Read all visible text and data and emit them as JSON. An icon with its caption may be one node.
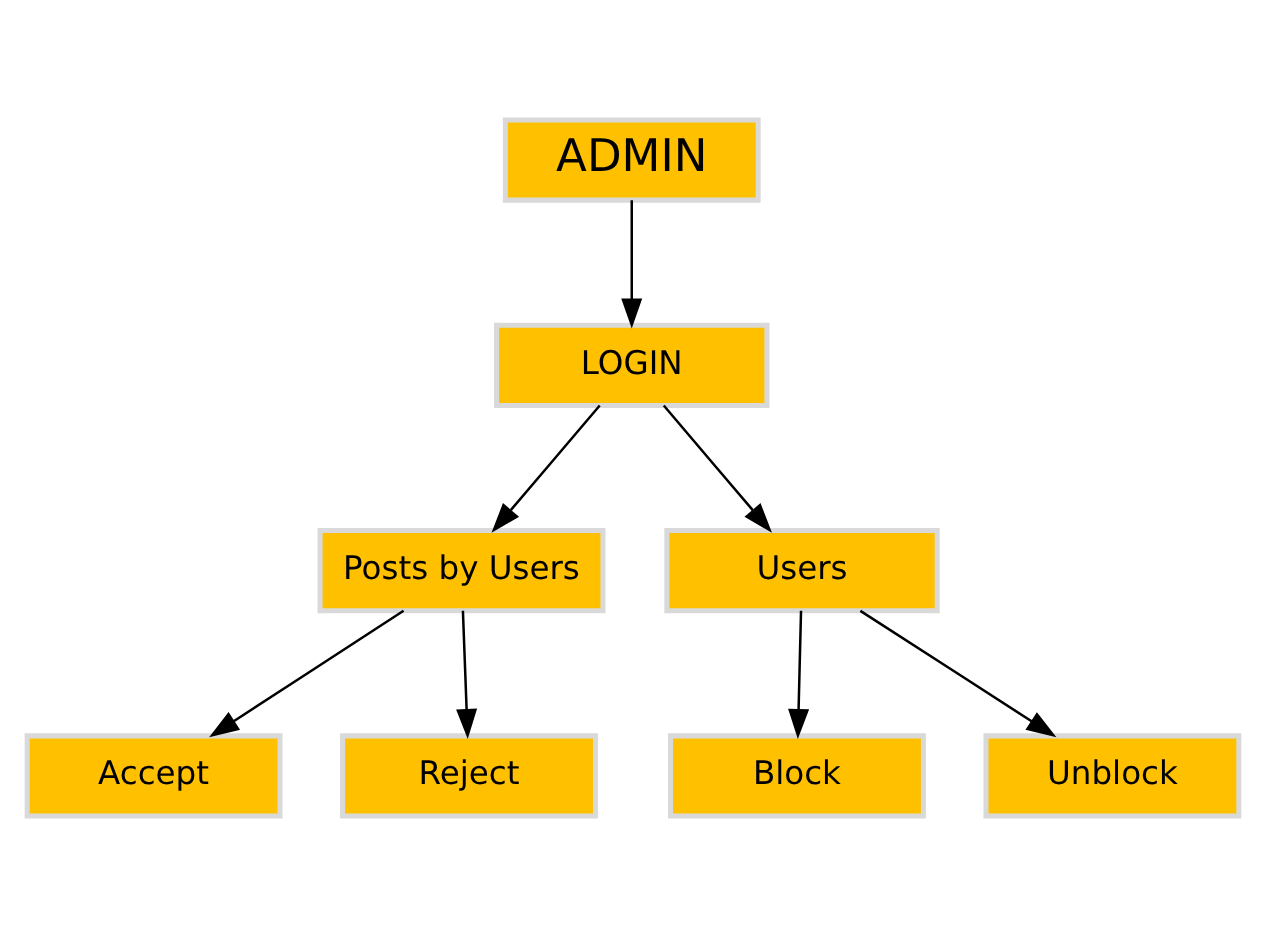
{
  "diagram": {
    "nodes": [
      {
        "text": [
          "ADMIN"
        ]
      },
      {
        "text": [
          "LOGIN"
        ]
      },
      {
        "text": [
          "Posts by Users"
        ]
      },
      {
        "text": [
          "Users"
        ]
      },
      {
        "text": [
          "Accept"
        ]
      },
      {
        "text": [
          "Reject"
        ]
      },
      {
        "text": [
          "Block"
        ]
      },
      {
        "text": [
          "Unblock"
        ]
      }
    ],
    "edges": [
      {
        "from": 0,
        "to": 1,
        "arrow": "to"
      },
      {
        "from": 1,
        "to": 2,
        "arrow": "to"
      },
      {
        "from": 1,
        "to": 3,
        "arrow": "to"
      },
      {
        "from": 2,
        "to": 4,
        "arrow": "to"
      },
      {
        "from": 2,
        "to": 5,
        "arrow": "to"
      },
      {
        "from": 3,
        "to": 6,
        "arrow": "to"
      },
      {
        "from": 3,
        "to": 7,
        "arrow": "to"
      }
    ]
  }
}
